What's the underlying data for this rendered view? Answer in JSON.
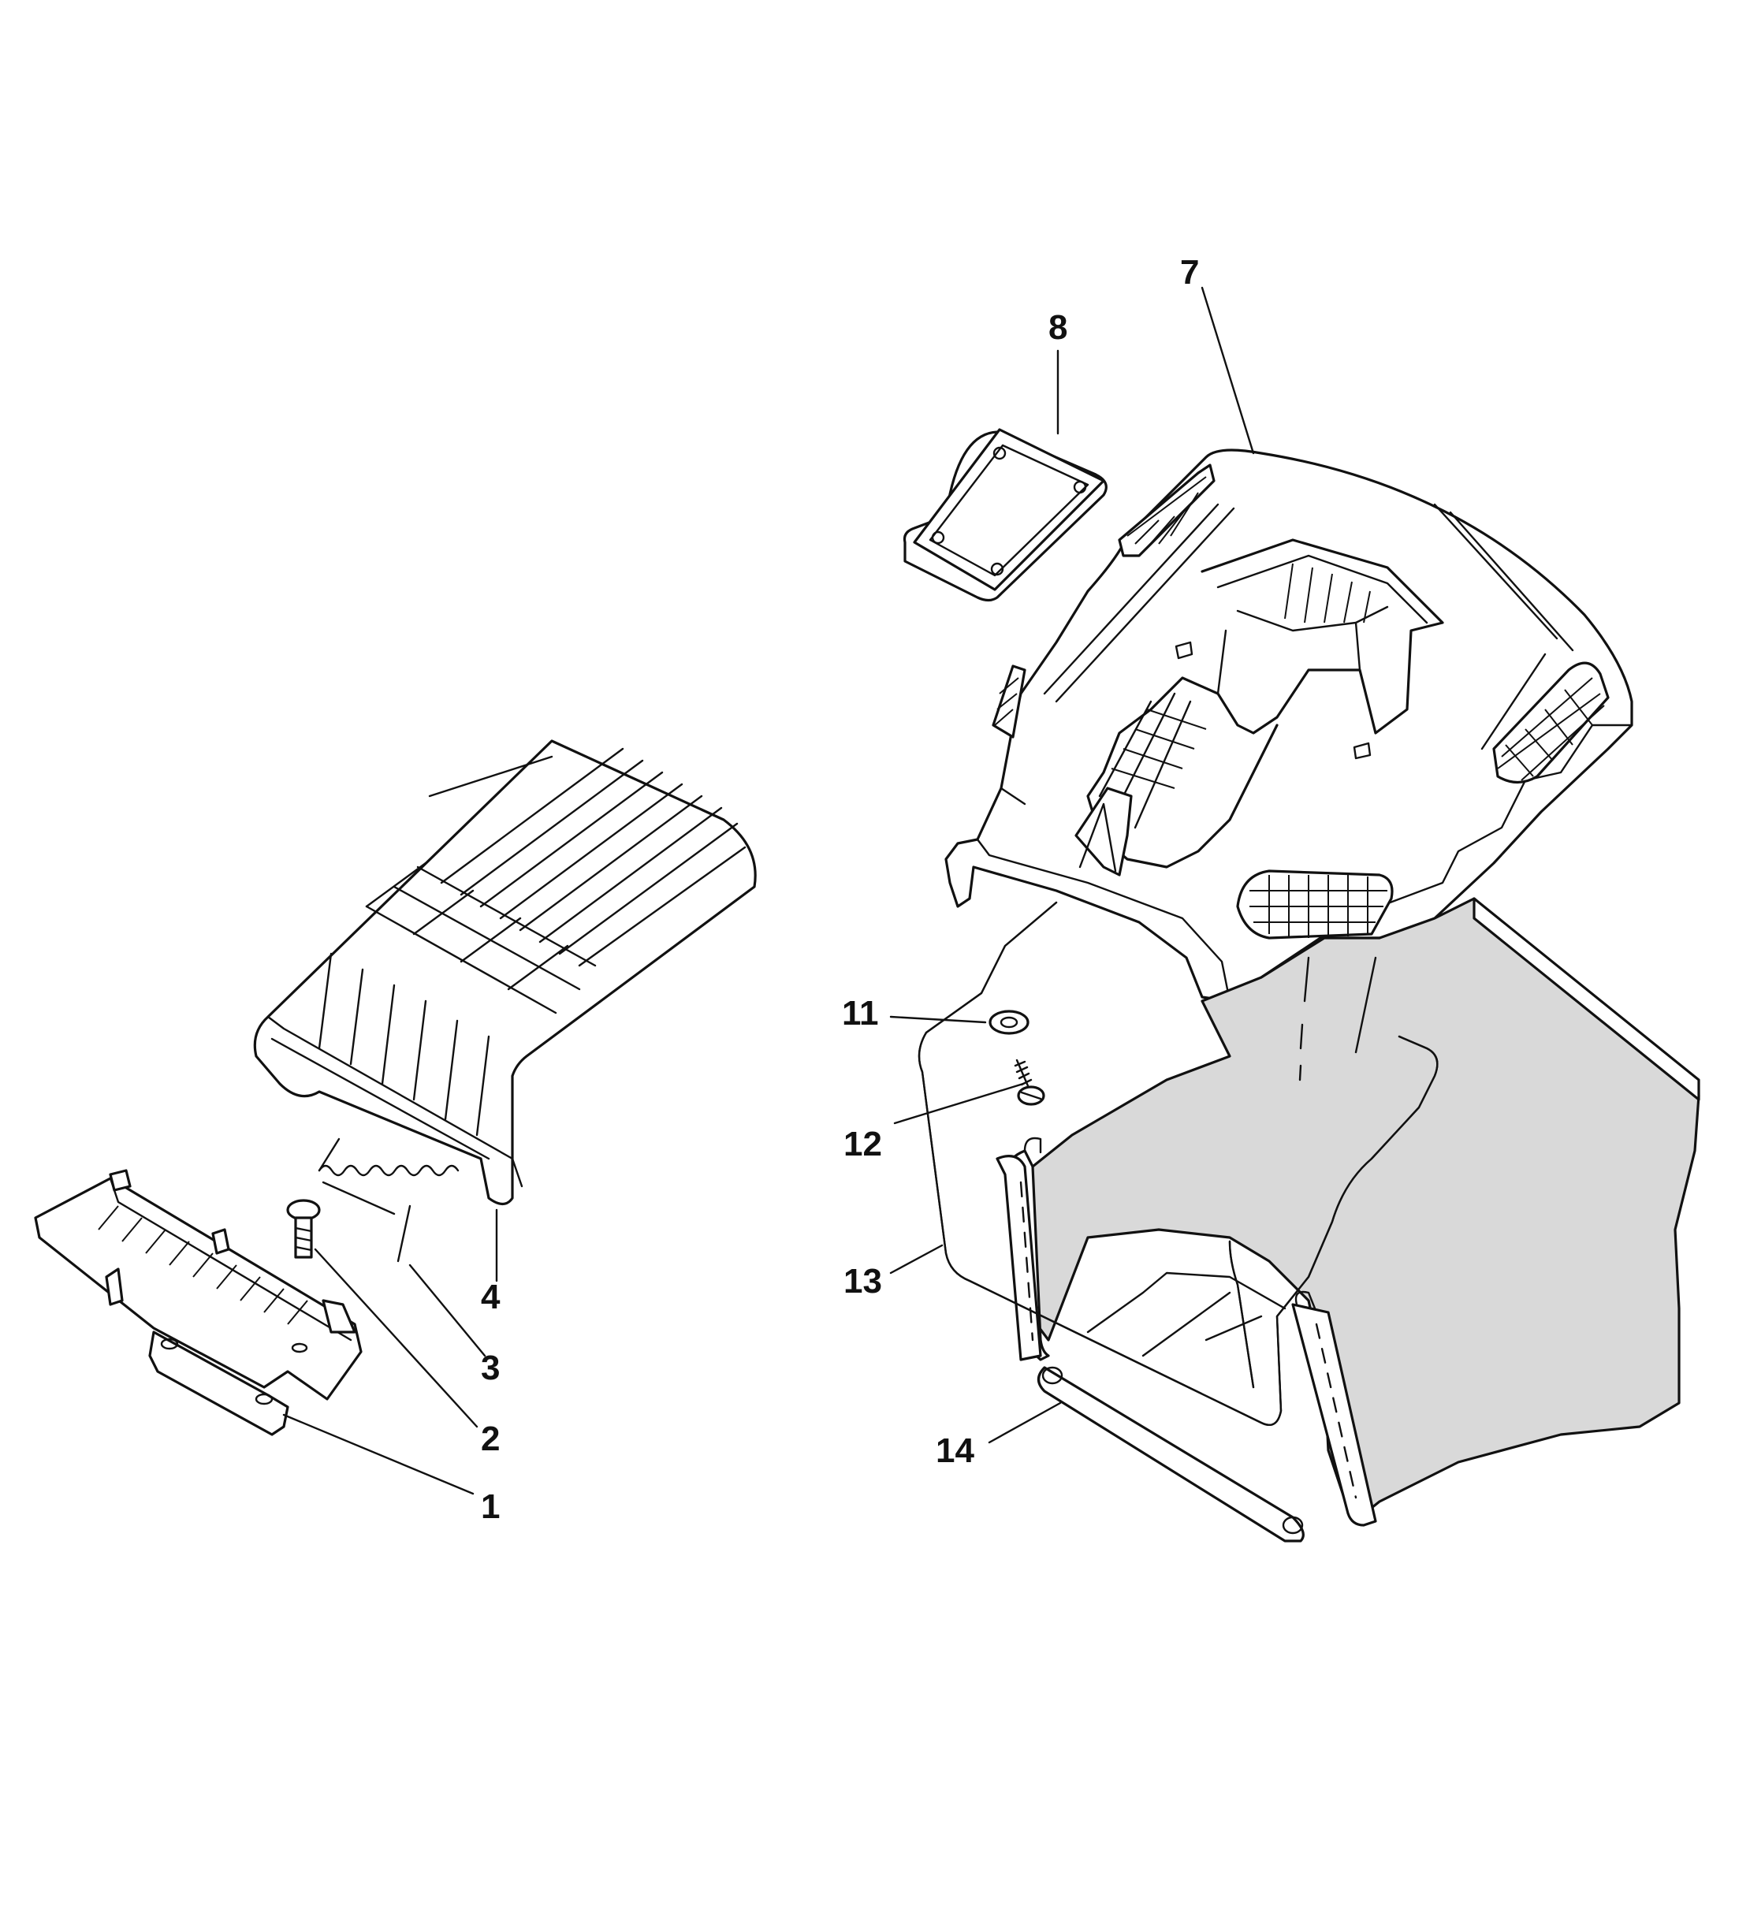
{
  "callouts": [
    {
      "id": "1",
      "label": "1"
    },
    {
      "id": "2",
      "label": "2"
    },
    {
      "id": "3",
      "label": "3"
    },
    {
      "id": "4",
      "label": "4"
    },
    {
      "id": "7",
      "label": "7"
    },
    {
      "id": "8",
      "label": "8"
    },
    {
      "id": "11",
      "label": "11"
    },
    {
      "id": "12",
      "label": "12"
    },
    {
      "id": "13",
      "label": "13"
    },
    {
      "id": "14",
      "label": "14"
    }
  ]
}
